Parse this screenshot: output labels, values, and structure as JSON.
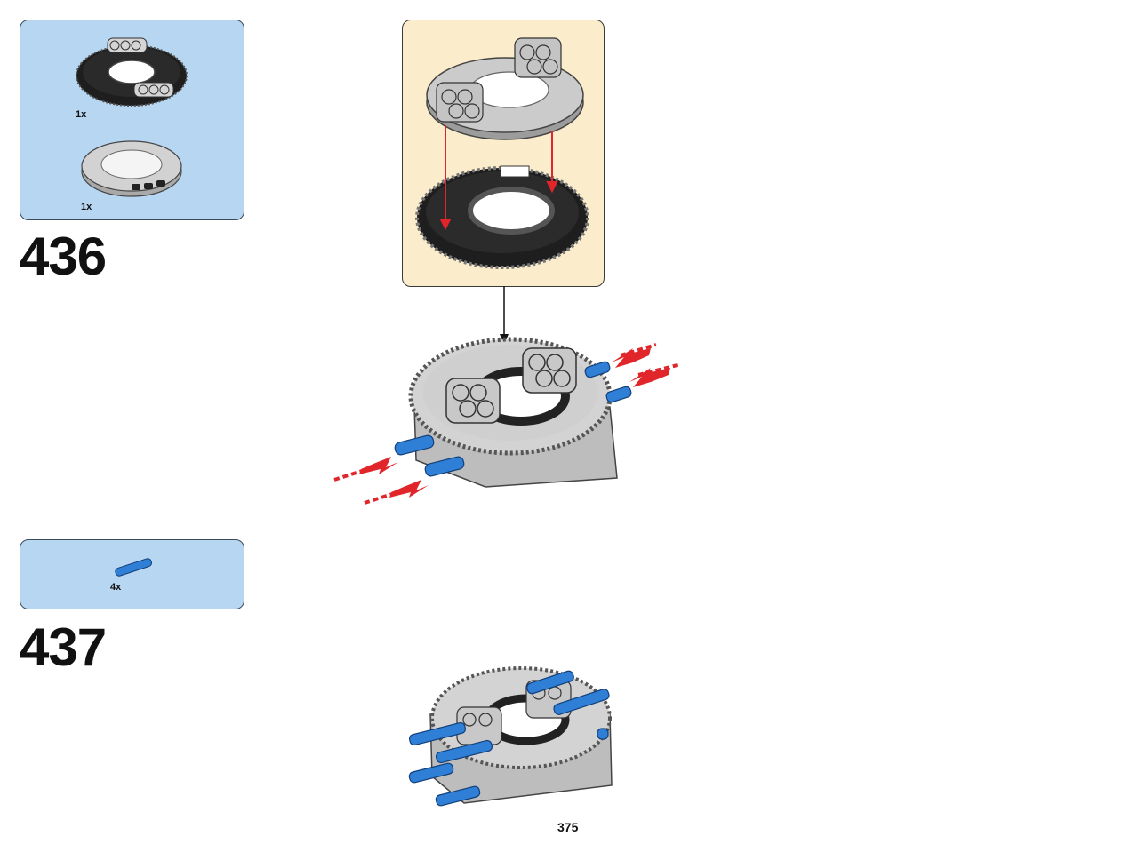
{
  "steps": [
    {
      "number": "436",
      "parts": [
        {
          "qty": "1x",
          "icon": "turntable-top-icon"
        },
        {
          "qty": "1x",
          "icon": "turntable-bottom-icon"
        }
      ]
    },
    {
      "number": "437",
      "parts": [
        {
          "qty": "4x",
          "icon": "blue-axle-pin-icon"
        }
      ]
    }
  ],
  "page_number": "375",
  "colors": {
    "parts_box_bg": "#b7d6f2",
    "callout_bg": "#fbeccb",
    "insert_arrow": "#e0262a",
    "pin_blue": "#2f7fd6",
    "part_gray": "#c8c8c8",
    "part_black": "#1e1e1e"
  }
}
